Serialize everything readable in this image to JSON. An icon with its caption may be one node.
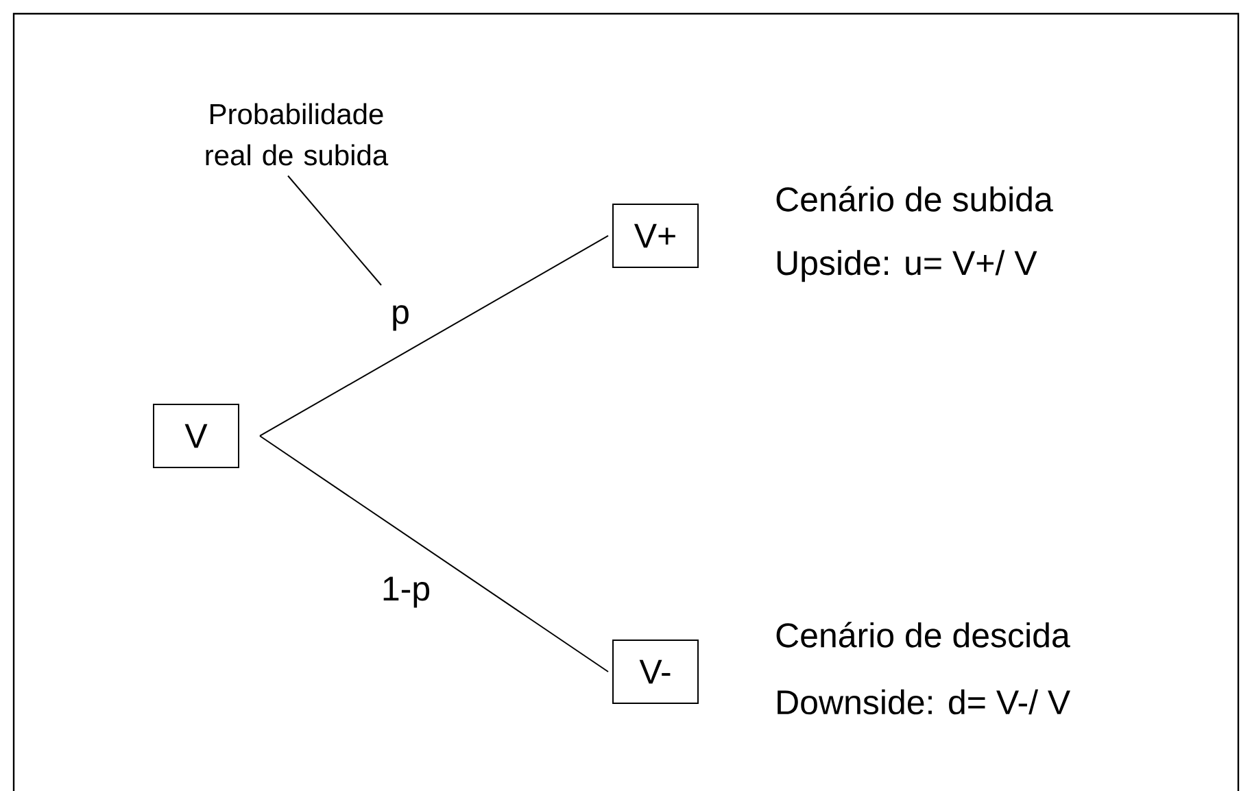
{
  "diagram": {
    "nodes": [
      {
        "text": [
          "V"
        ]
      },
      {
        "text": [
          "V+"
        ],
        "beside": [
          "Cenário de subida",
          "Upside: u= V+/ V"
        ]
      },
      {
        "text": [
          "V-"
        ],
        "beside": [
          "Cenário de descida",
          "Downside: d= V-/ V"
        ]
      },
      {
        "text": [
          "Probabilidade real de subida"
        ]
      }
    ],
    "edges": [
      {
        "from": 0,
        "to": 1,
        "arrow": "none",
        "label": "p"
      },
      {
        "from": 0,
        "to": 2,
        "arrow": "none",
        "label": "1-p"
      },
      {
        "from": 3,
        "to": null,
        "arrow": "none"
      }
    ]
  }
}
